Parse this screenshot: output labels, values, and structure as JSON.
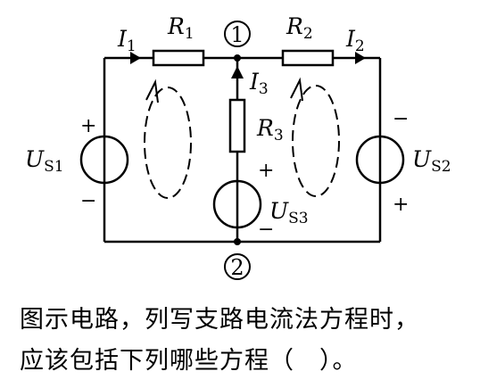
{
  "circuit": {
    "currents": {
      "i1": "I",
      "i1_sub": "1",
      "i2": "I",
      "i2_sub": "2",
      "i3": "I",
      "i3_sub": "3"
    },
    "resistors": {
      "r1": "R",
      "r1_sub": "1",
      "r2": "R",
      "r2_sub": "2",
      "r3": "R",
      "r3_sub": "3"
    },
    "sources": {
      "us1": "U",
      "us1_sub": "S1",
      "us2": "U",
      "us2_sub": "S2",
      "us3": "U",
      "us3_sub": "S3"
    },
    "nodes": {
      "top": "1",
      "bottom": "2"
    },
    "polarity": {
      "us1_top": "+",
      "us1_bottom": "−",
      "us2_top": "−",
      "us2_bottom": "+",
      "us3_top": "+",
      "us3_bottom": "−"
    }
  },
  "question": {
    "line1": "图示电路，列写支路电流法方程时，",
    "line2": "应该包括下列哪些方程（　）。"
  }
}
